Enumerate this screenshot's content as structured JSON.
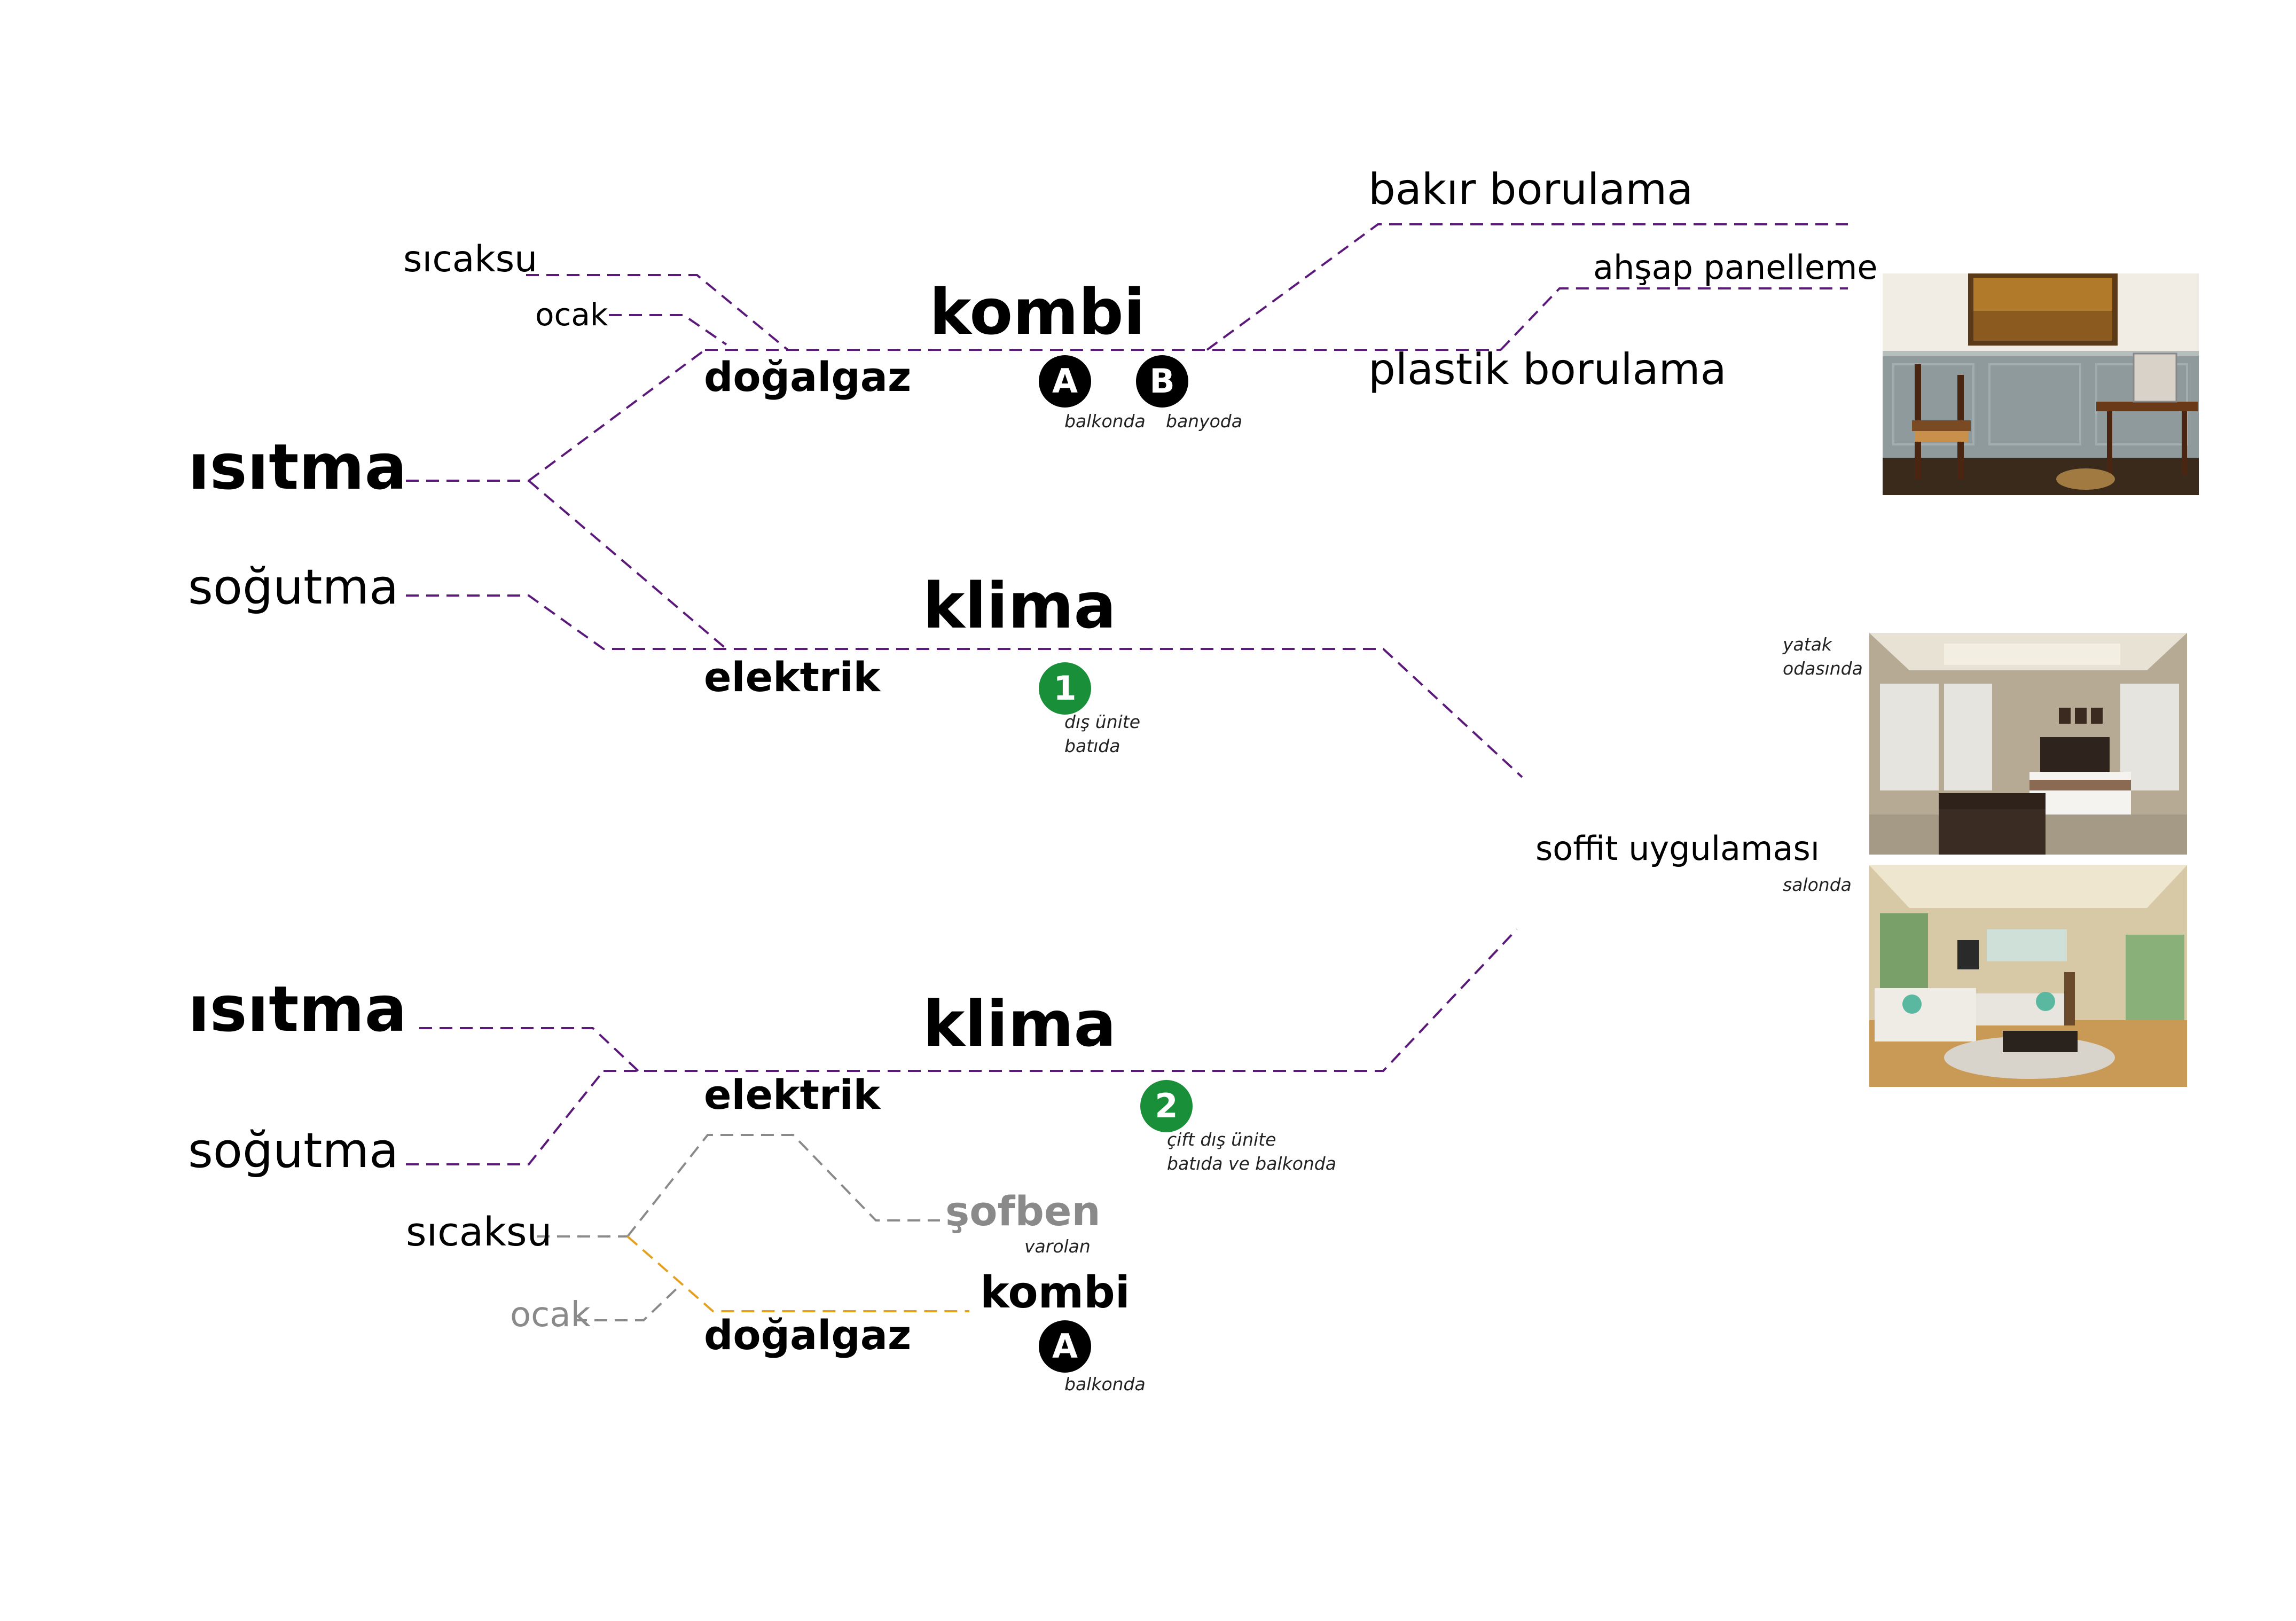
{
  "colors": {
    "purple_line": "#5b1a7a",
    "gray_line": "#8a8a8a",
    "orange_line": "#e6a020",
    "badge_black": "#000000",
    "badge_green": "#1a8f3a",
    "muted_text": "#8a8a8a"
  },
  "top": {
    "isitma": "ısıtma",
    "sogutma": "soğutma",
    "sicaksu": "sıcaksu",
    "ocak": "ocak",
    "dogalgaz": "doğalgaz",
    "kombi": "kombi",
    "klima": "klima",
    "elektrik": "elektrik",
    "bakir": "bakır borulama",
    "ahsap": "ahşap panelleme",
    "plastik": "plastik borulama",
    "badge_a": "A",
    "badge_a_note": "balkonda",
    "badge_b": "B",
    "badge_b_note": "banyoda",
    "badge_1": "1",
    "badge_1_note_l1": "dış ünite",
    "badge_1_note_l2": "batıda"
  },
  "middle": {
    "soffit": "soffit uygulaması",
    "yatak_l1": "yatak",
    "yatak_l2": "odasında",
    "salonda": "salonda"
  },
  "bottom": {
    "isitma": "ısıtma",
    "sogutma": "soğutma",
    "klima": "klima",
    "elektrik": "elektrik",
    "badge_2": "2",
    "badge_2_note_l1": "çift dış ünite",
    "badge_2_note_l2": "batıda ve balkonda",
    "sicaksu": "sıcaksu",
    "ocak": "ocak",
    "sofben": "şofben",
    "sofben_note": "varolan",
    "kombi": "kombi",
    "dogalgaz": "doğalgaz",
    "badge_a": "A",
    "badge_a_note": "balkonda"
  }
}
